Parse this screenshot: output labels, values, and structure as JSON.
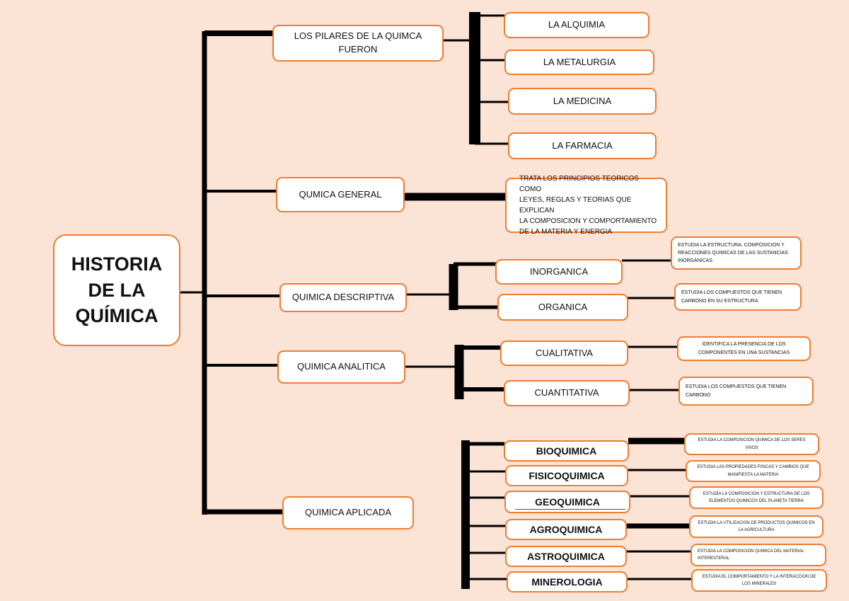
{
  "title": "HISTORIA\nDE LA\nQUÍMICA",
  "colors": {
    "background": "#fbe3d6",
    "box_border": "#ed7d31",
    "line": "#000000",
    "underline": "#44546a"
  },
  "branches": {
    "pilares": {
      "label": "LOS PILARES DE LA QUIMCA\nFUERON",
      "items": [
        "LA ALQUIMIA",
        "LA  METALURGIA",
        "LA MEDICINA",
        "LA FARMACIA"
      ]
    },
    "general": {
      "label": "QUMICA GENERAL",
      "description": "TRATA LOS PRINCIPIOS TEORICOS COMO\nLEYES, REGLAS Y TEORIAS QUE EXPLICAN\nLA COMPOSICION Y COMPORTAMIENTO\nDE LA MATERIA Y ENERGIA"
    },
    "descriptiva": {
      "label": "QUIMICA DESCRIPTIVA",
      "items": [
        {
          "label": "INORGANICA",
          "description": "ESTUDIA LA ESTRUCTURA, COMPOSICION Y\nREACCIONES QUIMICAS DE LAS SUSTANCIAS\nINORGANICAS"
        },
        {
          "label": "ORGANICA",
          "description": "ESTUDIA LOS COMPUESTOS QUE TIENEN\nCARBONO EN SU ESTRUCTURA"
        }
      ]
    },
    "analitica": {
      "label": "QUIMICA ANALITICA",
      "items": [
        {
          "label": "CUALITATIVA",
          "description": "IDENTIFICA LA PRESENCIA DE LOS\nCOMPONENTES EN UNA SUSTANCIAS"
        },
        {
          "label": "CUANTITATIVA",
          "description": "ESTUDIA LOS COMPUESTOS QUE TIENEN\nCARBONO"
        }
      ]
    },
    "aplicada": {
      "label": "QUIMICA  APLICADA",
      "items": [
        {
          "label": "BIOQUIMICA",
          "description": "ESTUDIA LA COMPOSICION QUIMICA DE LOS SERES\nVIVOS"
        },
        {
          "label": "FISICOQUIMICA",
          "description": "ESTUDIA LAS PROPIEDADES FISICAS Y CAMBIOS QUE\nMANIFIESTA LA MATERIA"
        },
        {
          "label": "GEOQUIMICA",
          "description": "ESTUDIA LA COMPOSICION Y ESTRUCTURA DE LOS\nELEMENTOS QUIMICOS DEL PLANETA TIERRA"
        },
        {
          "label": "AGROQUIMICA",
          "description": "ESTUDIA LA UTILIZACION DE PRODUCTOS QUIMICOS EN\nLA AGRICULTURA"
        },
        {
          "label": "ASTROQUIMICA",
          "description": "ESTUDIA LA COMPOSICION QUIMICA DEL MATERIAL\nINTERESTERAL"
        },
        {
          "label": "MINEROLOGIA",
          "description": "ESTUDIA EL COMPORTAMIENTO Y LA INTERACCION DE\nLOS MINERALES"
        }
      ]
    }
  }
}
